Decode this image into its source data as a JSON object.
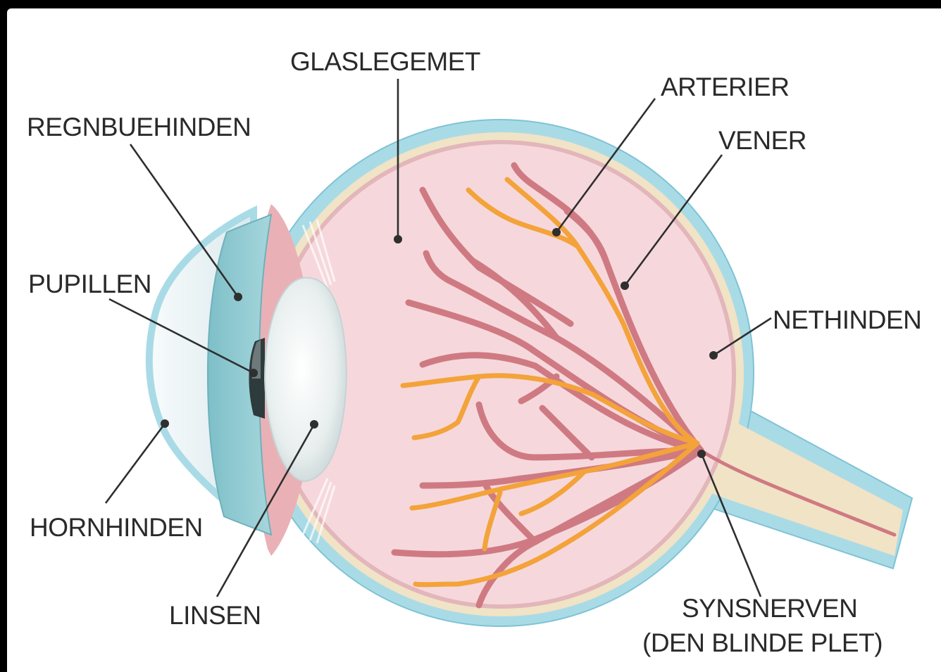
{
  "labels": {
    "glaslegemet": "GLASLEGEMET",
    "arterier": "ARTERIER",
    "regnbuehinden": "REGNBUEHINDEN",
    "vener": "VENER",
    "pupillen": "PUPILLEN",
    "nethinden": "NETHINDEN",
    "hornhinden": "HORNHINDEN",
    "linsen": "LINSEN",
    "synsnerven_line1": "SYNSNERVEN",
    "synsnerven_line2": "(DEN BLINDE PLET)"
  },
  "colors": {
    "background": "#000000",
    "canvas": "#ffffff",
    "sclera": "#a9dbe6",
    "sclera_outline": "#7fc3d4",
    "choroid": "#f1e3c6",
    "vitreous": "#f6d8dc",
    "retina_edge": "#dca1a8",
    "vessel_red": "#cf7a82",
    "vessel_orange": "#f3a33a",
    "iris": "#86c3cb",
    "lens": "#e6eeee",
    "cornea": "#eef6f8",
    "pupil": "#2e3b3d",
    "label_text": "#2a2a2a"
  }
}
